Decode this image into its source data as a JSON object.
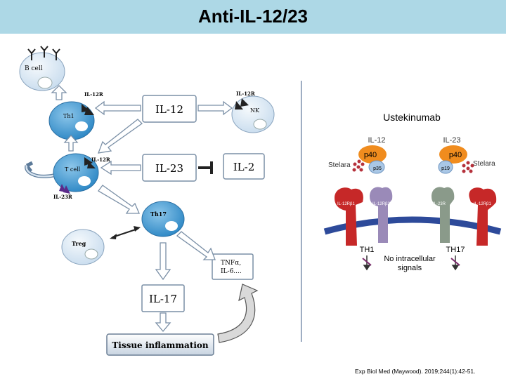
{
  "title": "Anti-IL-12/23",
  "citation": "Exp Biol Med (Maywood). 2019;244(1):42-51.",
  "left_diagram": {
    "cells": {
      "b_cell": "B cell",
      "th1": "Th1",
      "nk": "NK",
      "t_cell": "T cell",
      "th17": "Th17",
      "treg": "Treg"
    },
    "receptor_labels": {
      "il12r_th1": "IL-12R",
      "il12r_nk": "IL-12R",
      "il12r_tcell": "IL-12R",
      "il23r_tcell": "IL-23R"
    },
    "boxes": {
      "il12": "IL-12",
      "il23": "IL-23",
      "il2": "IL-2",
      "tnf_line1": "TNFα,",
      "tnf_line2": "IL-6....",
      "il17": "IL-17",
      "tissue": "Tissue inflammation"
    }
  },
  "right_diagram": {
    "heading": "Ustekinumab",
    "il12_label": "IL-12",
    "il23_label": "IL-23",
    "p40_left": "p40",
    "p40_right": "p40",
    "p35": "p35",
    "p19": "p19",
    "stelara_left": "Stelara",
    "stelara_right": "Stelara",
    "receptor_il12rb1_left": "IL-12Rβ1",
    "receptor_il12rb2": "IL-12Rβ2",
    "receptor_il23r": "IL-23R",
    "receptor_il12rb1_right": "IL-12Rβ1",
    "th1": "TH1",
    "th17": "TH17",
    "no_signal_line1": "No intracellular",
    "no_signal_line2": "signals"
  },
  "colors": {
    "title_bar": "#add8e6",
    "cell_blue": "#3e97cf",
    "cell_light": "#dceaf5",
    "red_receptor": "#c62828",
    "purple_receptor": "#9a8ab8",
    "grey_receptor": "#8a9a8a",
    "membrane": "#2d4a9a",
    "p40_orange": "#f08c1e"
  }
}
